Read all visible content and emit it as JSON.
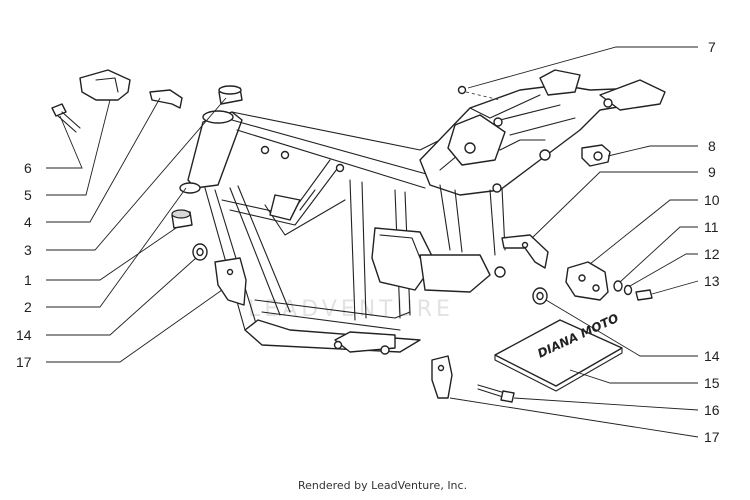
{
  "footer": {
    "text": "Rendered by LeadVenture, Inc."
  },
  "watermark": {
    "text": "LEADVENTURE"
  },
  "manual": {
    "cover_text": "DIANA MOTO"
  },
  "callouts": {
    "c1": "1",
    "c2": "2",
    "c3": "3",
    "c4": "4",
    "c5": "5",
    "c6": "6",
    "c7": "7",
    "c8": "8",
    "c9": "9",
    "c10": "10",
    "c11": "11",
    "c12": "12",
    "c13": "13",
    "c14_left": "14",
    "c14_right": "14",
    "c15": "15",
    "c16": "16",
    "c17_left": "17",
    "c17_right": "17"
  }
}
